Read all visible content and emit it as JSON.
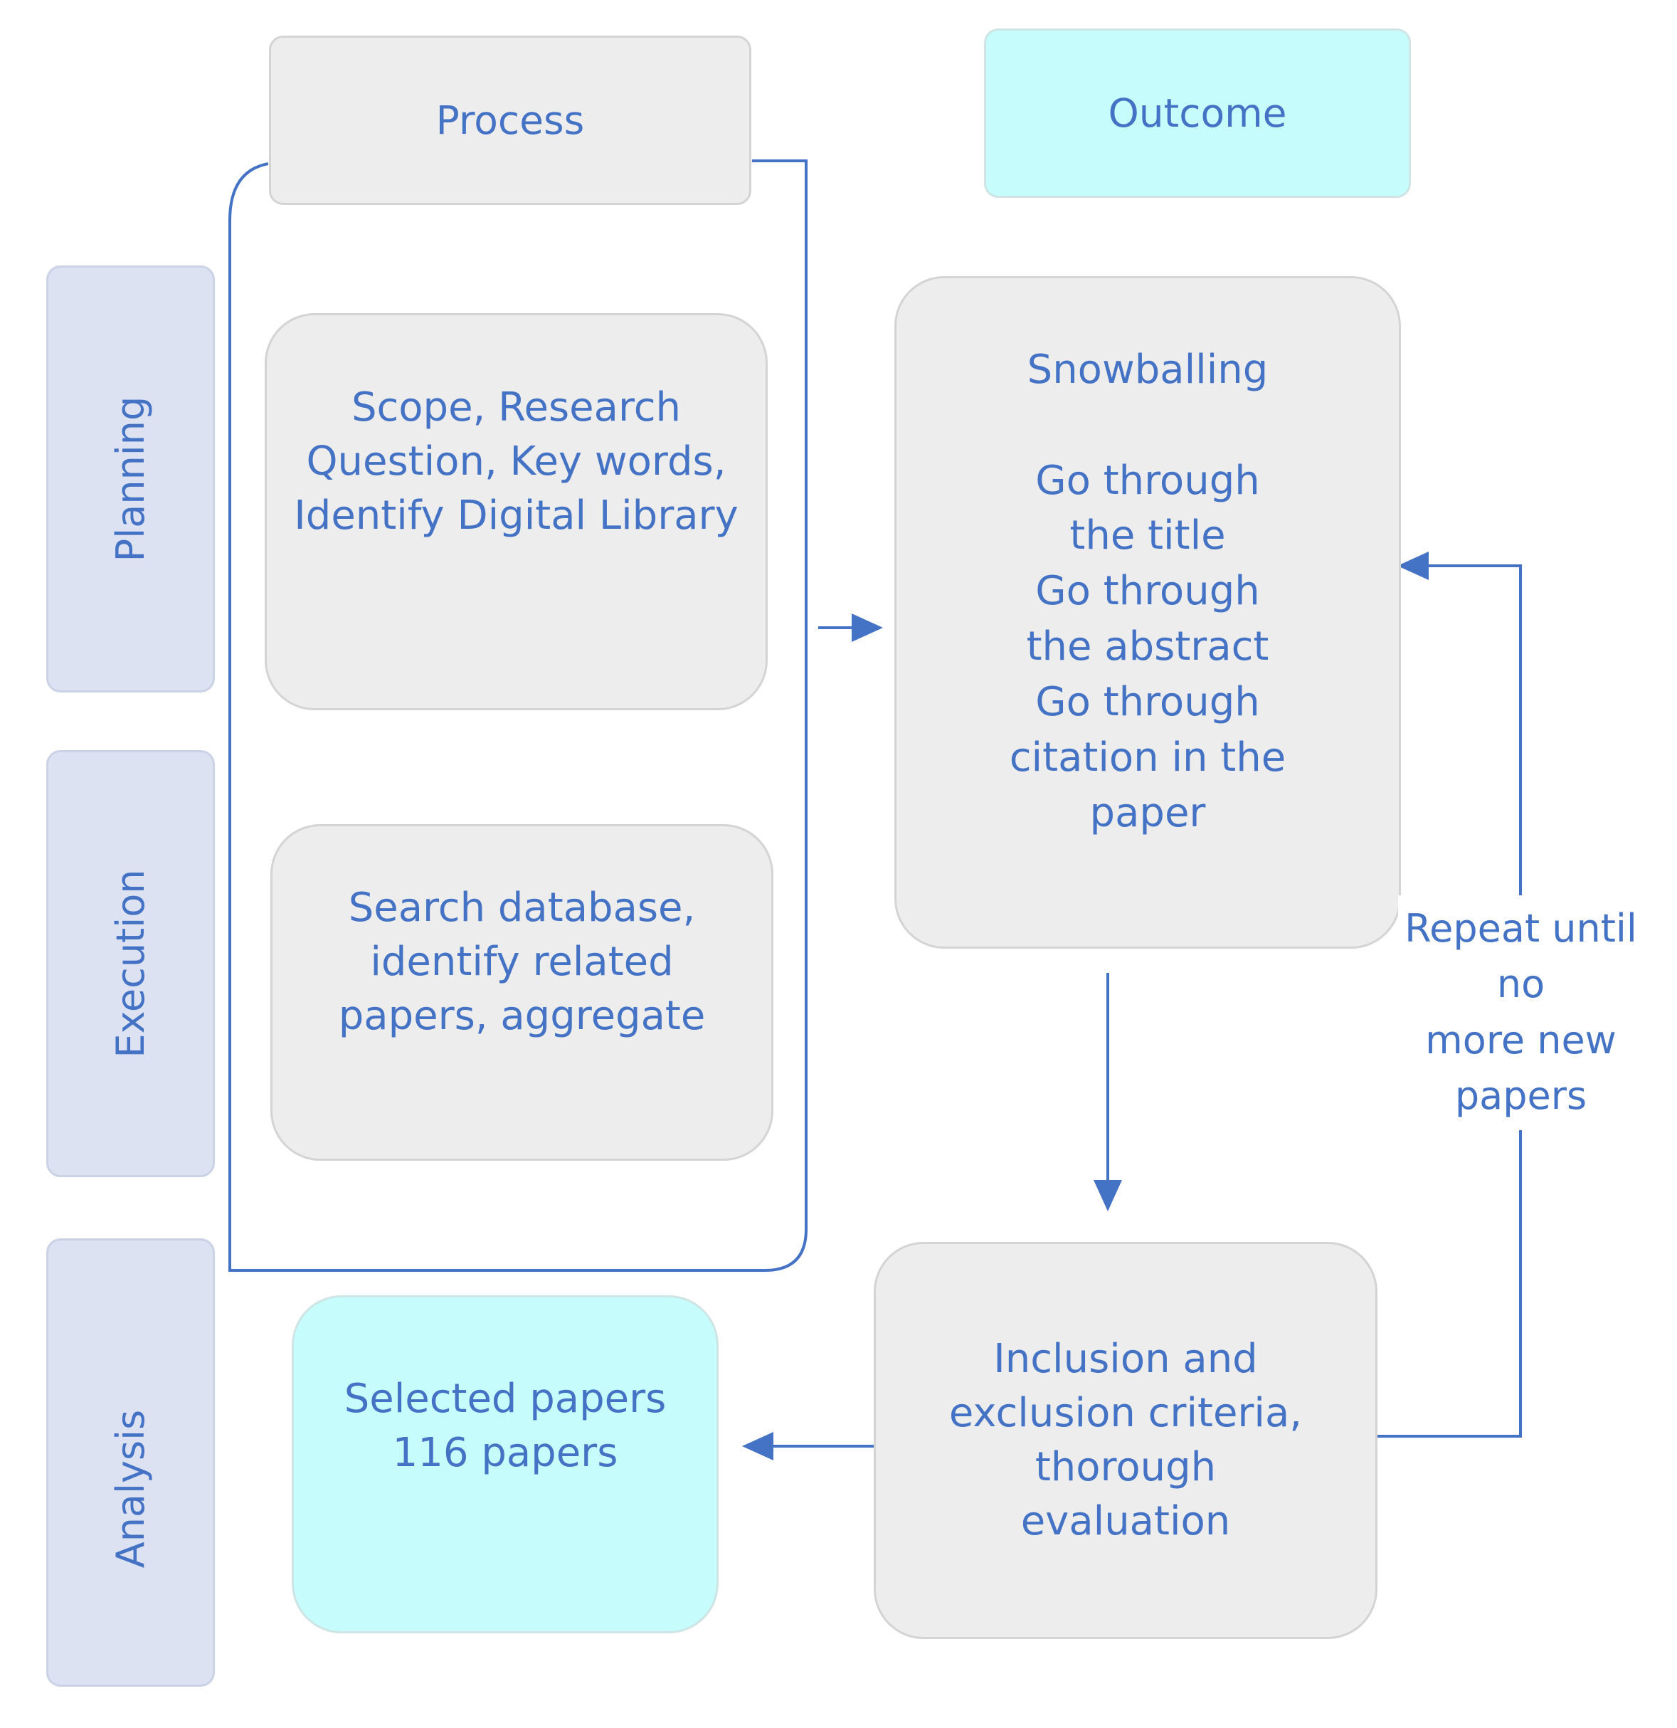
{
  "headers": {
    "process": "Process",
    "outcome": "Outcome"
  },
  "stages": {
    "planning": "Planning",
    "execution": "Execution",
    "analysis": "Analysis"
  },
  "boxes": {
    "planning": "Scope, Research\nQuestion, Key words,\nIdentify Digital Library",
    "execution": "Search database,\nidentify related\npapers, aggregate",
    "snowballing": "Snowballing\n\nGo through\nthe title\nGo through\nthe abstract\nGo through\ncitation in the\npaper",
    "inclusion": "Inclusion and\nexclusion criteria,\nthorough\nevaluation",
    "selected": "Selected papers\n116 papers"
  },
  "loop_label": "Repeat until\nno\nmore new\npapers",
  "colors": {
    "text": "#4472c4",
    "connector": "#4472c4",
    "process_fill": "#ededed",
    "outcome_fill": "#c6fcfc",
    "stage_fill": "#dde2f2"
  }
}
